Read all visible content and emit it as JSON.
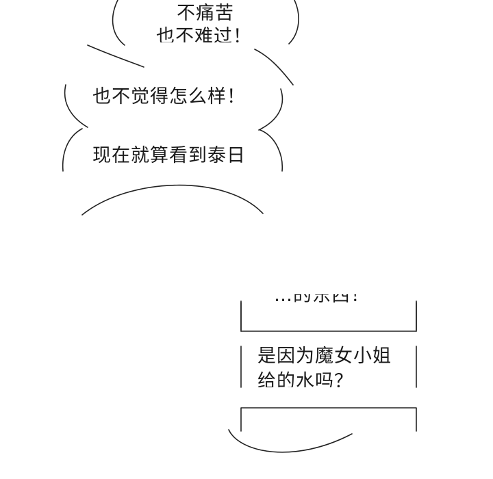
{
  "bubbles": {
    "b1": {
      "line1": "不痛苦",
      "line2": "也不难过！"
    },
    "b2": {
      "text": "也不觉得怎么样！"
    },
    "b3": {
      "text": "现在就算看到泰日"
    },
    "b4": {
      "text": "…的东西！"
    },
    "b5": {
      "line1": "是因为魔女小姐",
      "line2": "给的水吗？"
    }
  }
}
